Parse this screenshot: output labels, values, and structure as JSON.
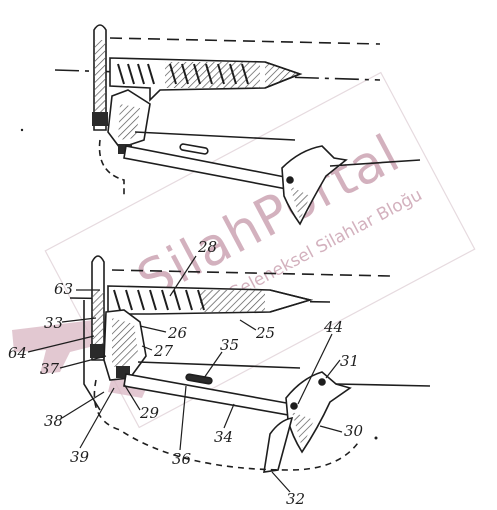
{
  "watermark": {
    "brand": "SilahPortal",
    "tagline": "Geleneksel Silahlar Bloğu",
    "color": "#c7a3b1",
    "frame_color": "#d9c8cf"
  },
  "ink_color": "#1e1e1e",
  "hatch_color": "#6b6b6b",
  "labels": {
    "l25": "25",
    "l26": "26",
    "l27": "27",
    "l28": "28",
    "l29": "29",
    "l30": "30",
    "l31": "31",
    "l32": "32",
    "l33": "33",
    "l34": "34",
    "l35": "35",
    "l36": "36",
    "l37": "37",
    "l38": "38",
    "l39": "39",
    "l44": "44",
    "l63": "63",
    "l64": "64"
  }
}
